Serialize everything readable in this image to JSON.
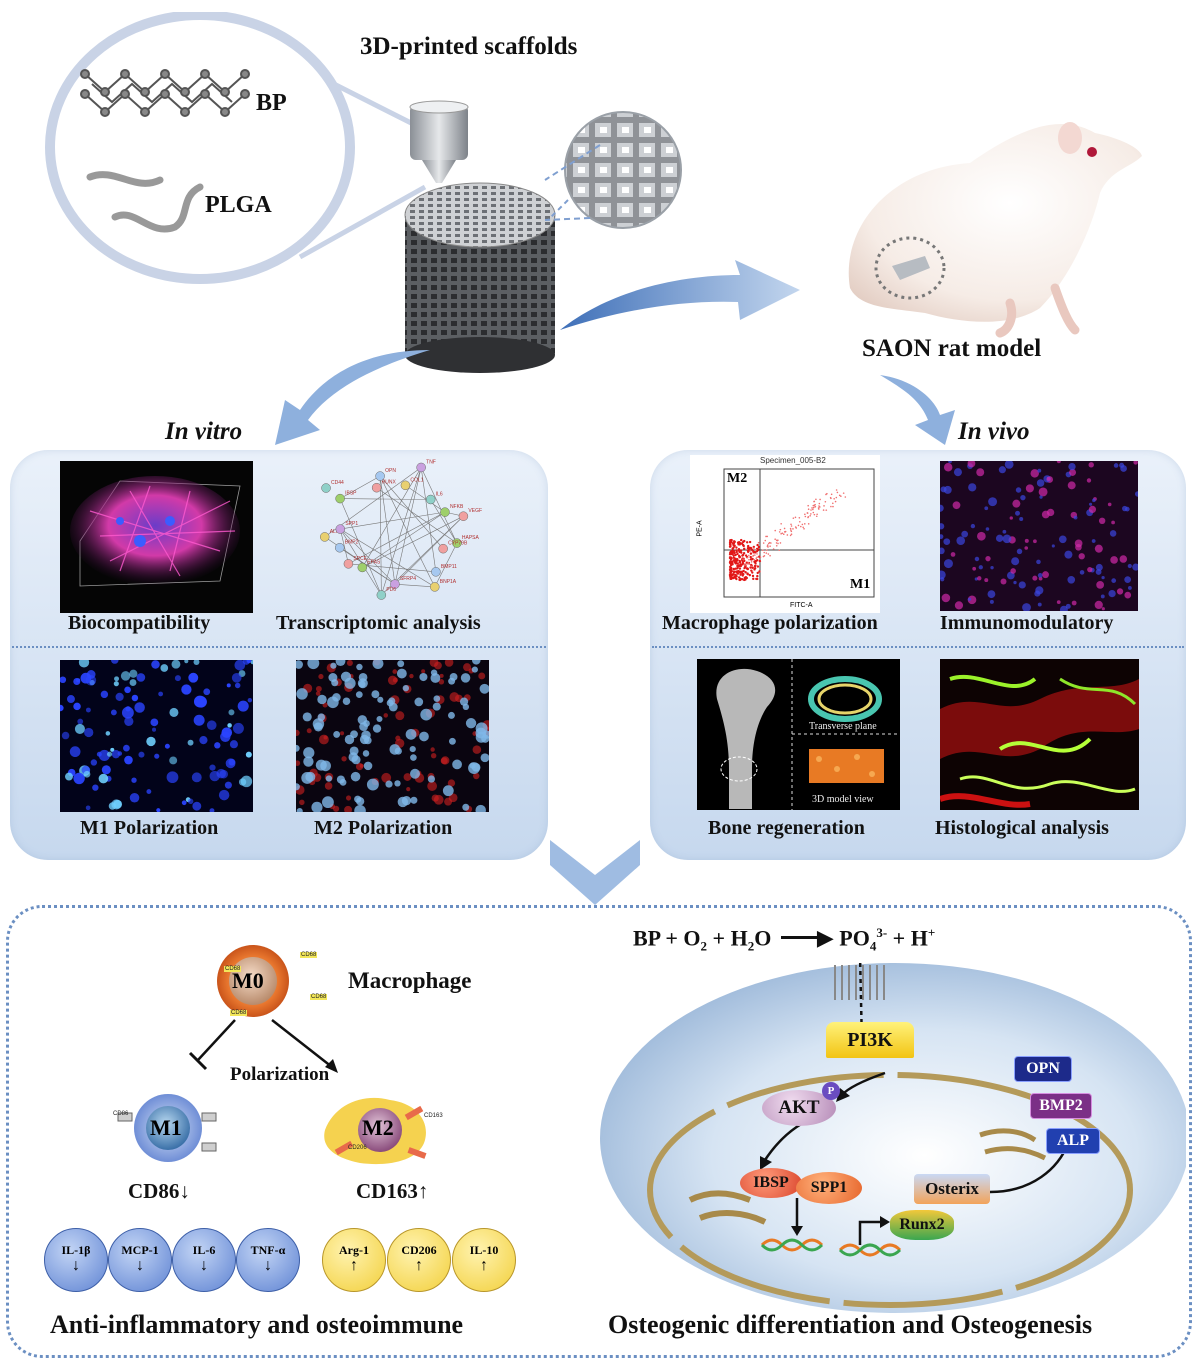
{
  "top": {
    "title": "3D-printed scaffolds",
    "bp_label": "BP",
    "plga_label": "PLGA",
    "rat_label": "SAON rat model"
  },
  "sections": {
    "in_vitro": "In vitro",
    "in_vivo": "In vivo"
  },
  "in_vitro_panels": [
    {
      "label": "Biocompatibility"
    },
    {
      "label": "Transcriptomic analysis"
    },
    {
      "label": "M1 Polarization"
    },
    {
      "label": "M2 Polarization"
    }
  ],
  "in_vivo_panels": [
    {
      "label": "Macrophage polarization"
    },
    {
      "label": "Immunomodulatory"
    },
    {
      "label": "Bone regeneration"
    },
    {
      "label": "Histological analysis"
    }
  ],
  "flow": {
    "specimen": "Specimen_005-B2",
    "q_m2": "M2",
    "q_m1": "M1",
    "y_axis": "PE-A",
    "x_axis": "FITC-A"
  },
  "bone": {
    "transverse": "Transverse plane",
    "model": "3D model view"
  },
  "network_nodes": [
    "HAPSA",
    "CYP79B",
    "BMP11",
    "BNP1A",
    "SFRP4",
    "PD6",
    "EPAS",
    "SPCE",
    "BMP2",
    "ALPL",
    "SPP1",
    "CD44",
    "IBSP",
    "RUNX",
    "OPN",
    "COL1",
    "TNF",
    "IL6",
    "NFKB",
    "VEGF"
  ],
  "immune": {
    "m0": "M0",
    "macrophage": "Macrophage",
    "polarization": "Polarization",
    "m1": "M1",
    "m2": "M2",
    "cd68": "CD68",
    "cd86": "CD86",
    "cd206": "CD206",
    "cd163": "CD163",
    "m1_marker": "CD86↓",
    "m2_marker": "CD163↑",
    "m1_cytokines": [
      "IL-1β",
      "MCP-1",
      "IL-6",
      "TNF-α"
    ],
    "m2_cytokines": [
      "Arg-1",
      "CD206",
      "IL-10"
    ],
    "down_arrow": "↓",
    "up_arrow": "↑",
    "caption": "Anti-inflammatory and osteoimmune"
  },
  "osteo": {
    "equation_left": "BP + O",
    "o2_sub": "2",
    "plus": " + H",
    "h2o_sub": "2",
    "o_char": "O",
    "po4": "PO",
    "po4_sub": "4",
    "po4_sup": "3-",
    "plus_h": "+ H",
    "h_sup": "+",
    "pi3k": "PI3K",
    "akt": "AKT",
    "p": "P",
    "ibsp": "IBSP",
    "spp1": "SPP1",
    "osterix": "Osterix",
    "runx2": "Runx2",
    "opn": "OPN",
    "bmp2": "BMP2",
    "alp": "ALP",
    "caption": "Osteogenic differentiation and Osteogenesis"
  },
  "colors": {
    "panel_blue": "#c6d8ee",
    "arrow_blue": "#7fa3d3",
    "dot_border": "#6b8fc2",
    "m1_blue": "#7fa0d8",
    "m2_yellow": "#f3d34a",
    "pi3k_yellow": "#f5d020",
    "akt_purple": "#c49bc6",
    "ibsp_red": "#e8563a",
    "runx2_green": "#4caf50",
    "opn_navy": "#1d2a8a",
    "bmp2_purple": "#7b2f86",
    "alp_blue": "#2140b0"
  }
}
